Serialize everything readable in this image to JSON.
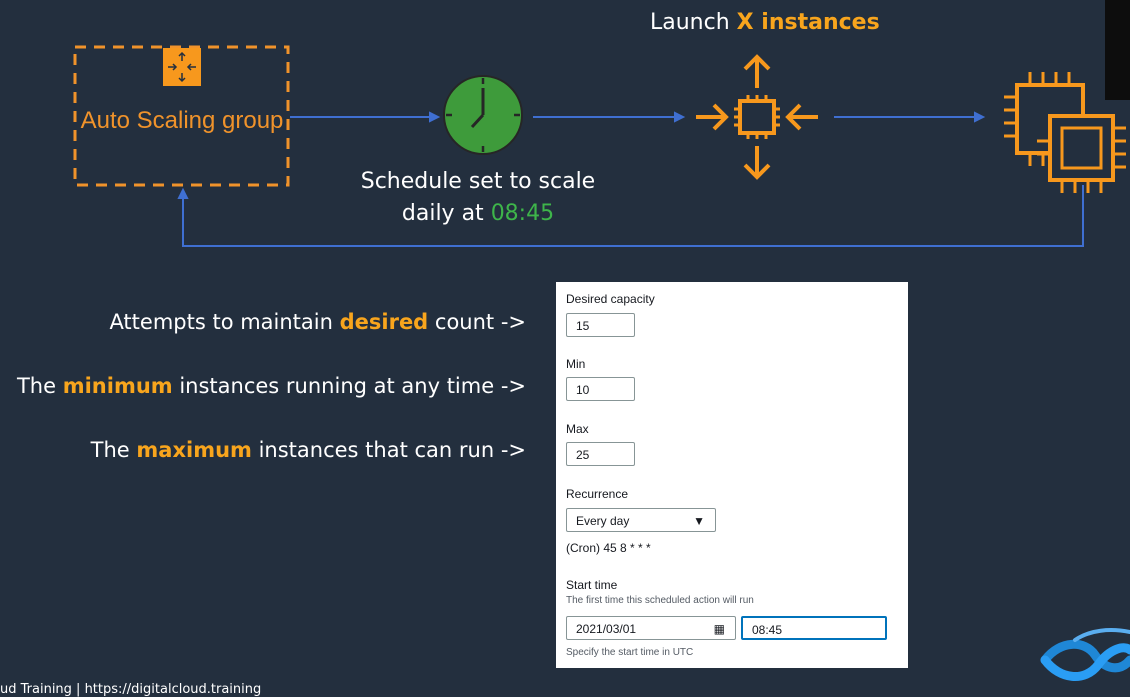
{
  "diagram": {
    "asg_label": "Auto Scaling group",
    "launch": {
      "prefix": "Launch ",
      "highlight": "X instances"
    },
    "schedule": {
      "line1": "Schedule set to scale",
      "line2_prefix": "daily at ",
      "time": "08:45"
    }
  },
  "annotations": [
    {
      "before": "Attempts to maintain ",
      "highlight": "desired",
      "after": " count ->"
    },
    {
      "before": "The ",
      "highlight": "minimum",
      "after": " instances running at any time ->"
    },
    {
      "before": "The ",
      "highlight": "maximum",
      "after": " instances that can run ->"
    }
  ],
  "form": {
    "desired_label": "Desired capacity",
    "desired_value": "15",
    "min_label": "Min",
    "min_value": "10",
    "max_label": "Max",
    "max_value": "25",
    "recurrence_label": "Recurrence",
    "recurrence_value": "Every day",
    "cron_text": "(Cron) 45 8 * * *",
    "start_label": "Start time",
    "start_hint": "The first time this scheduled action will run",
    "start_date": "2021/03/01",
    "start_time": "08:45",
    "start_footer": "Specify the start time in UTC"
  },
  "footer": "ud Training  |  https://digitalcloud.training",
  "colors": {
    "background": "#232f3e",
    "orange": "#f8a51d",
    "green": "#3eb54a",
    "arrow_blue": "#3f6fd1",
    "focus": "#0073bb"
  },
  "icons": [
    "auto-scaling-group-icon",
    "clock-icon",
    "scaling-chip-icon",
    "ec2-instances-icon",
    "calendar-icon",
    "caret-down-icon",
    "brand-logo-icon"
  ]
}
